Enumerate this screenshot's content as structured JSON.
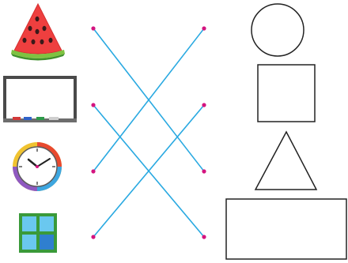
{
  "colors": {
    "line": "#29a9e1",
    "dot": "#d4147f",
    "shape_stroke": "#222222"
  },
  "objects": [
    {
      "icon": "watermelon-slice-icon"
    },
    {
      "icon": "whiteboard-icon"
    },
    {
      "icon": "wall-clock-icon"
    },
    {
      "icon": "window-icon"
    }
  ],
  "shapes": [
    {
      "name": "circle"
    },
    {
      "name": "square"
    },
    {
      "name": "triangle"
    },
    {
      "name": "rectangle"
    }
  ],
  "matches": [
    {
      "object": 0,
      "shape": 2
    },
    {
      "object": 1,
      "shape": 3
    },
    {
      "object": 2,
      "shape": 0
    },
    {
      "object": 3,
      "shape": 1
    }
  ]
}
